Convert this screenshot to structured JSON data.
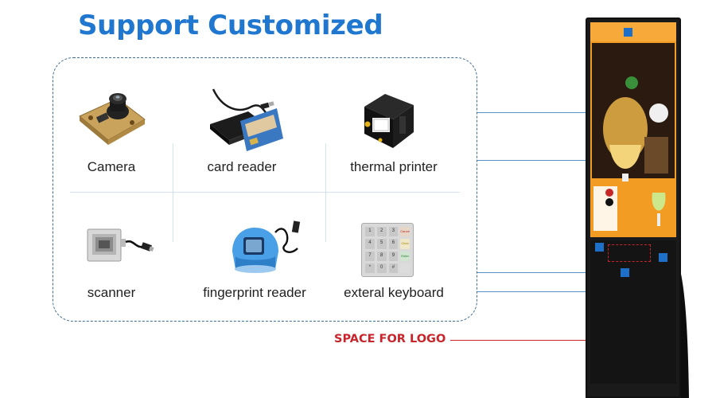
{
  "header": {
    "title": "Support Customized"
  },
  "panel": {
    "items": [
      {
        "label": "Camera",
        "icon": "camera-module-icon"
      },
      {
        "label": "card reader",
        "icon": "card-reader-icon"
      },
      {
        "label": "thermal printer",
        "icon": "thermal-printer-icon"
      },
      {
        "label": "scanner",
        "icon": "scanner-icon"
      },
      {
        "label": "fingerprint reader",
        "icon": "fingerprint-reader-icon"
      },
      {
        "label": "exteral keyboard",
        "icon": "keypad-icon"
      }
    ]
  },
  "keypad": {
    "keys": [
      "1",
      "2",
      "3",
      "Cancel",
      "4",
      "5",
      "6",
      "Clear",
      "7",
      "8",
      "9",
      "Enter",
      "*",
      "0",
      "#",
      ""
    ]
  },
  "callout": {
    "logo_space": "SPACE FOR LOGO"
  },
  "colors": {
    "title_blue": "#1f77d0",
    "dashed_border": "#3d6d95",
    "connector_blue": "#5a8fc0",
    "marker_blue": "#1e6fc8",
    "logo_red": "#c8242b",
    "screen_orange": "#f39c24"
  },
  "kiosk": {
    "icon": "digital-signage-kiosk-icon"
  }
}
